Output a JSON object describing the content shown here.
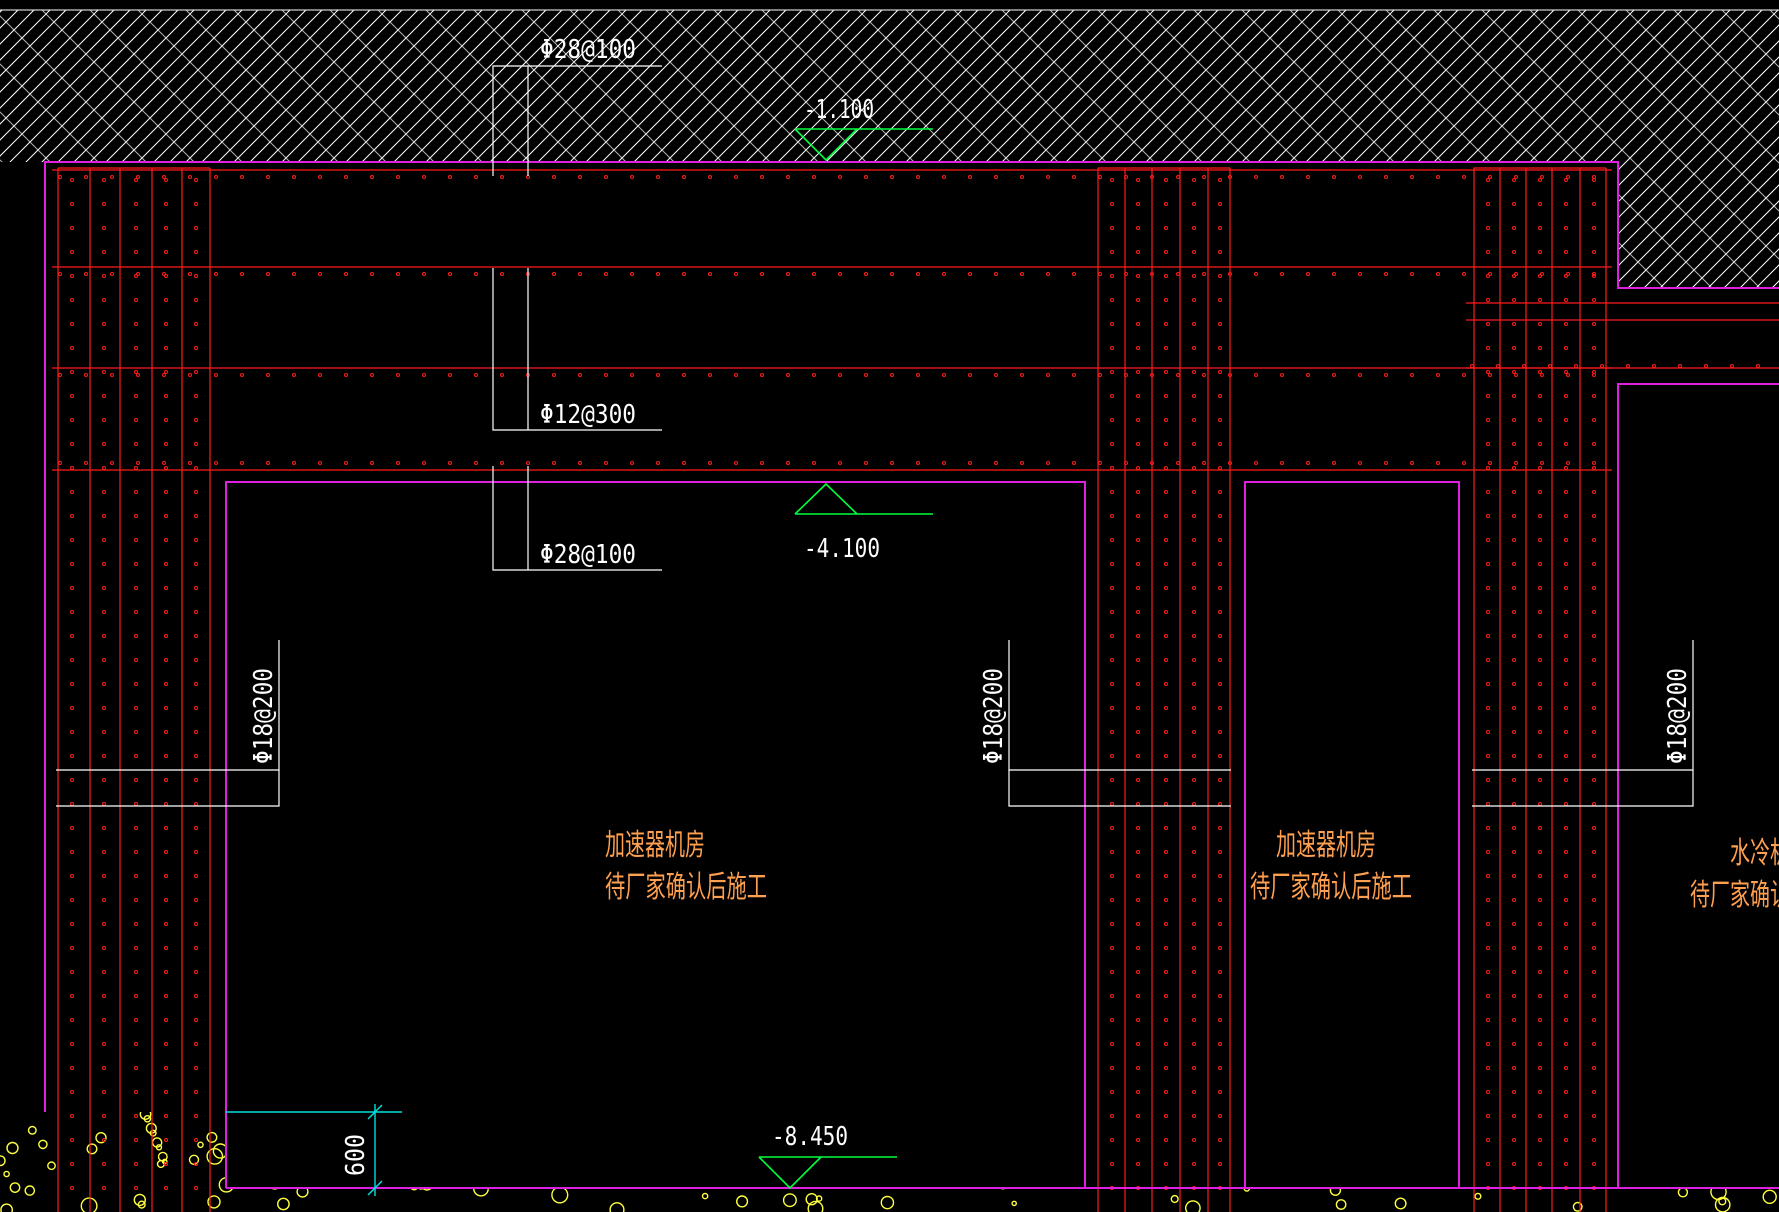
{
  "colors": {
    "background": "#000000",
    "concrete_outline": "#e020e0",
    "rebar": "#ff1a1a",
    "annotation": "#ffffff",
    "elevation_symbol": "#00ff40",
    "dimension": "#00e0e0",
    "room_text": "#ffa050",
    "soil_hatch": "#ffffff",
    "gravel": "#ffff40"
  },
  "rebar_labels": {
    "slab_top": "Φ28@100",
    "slab_mid": "Φ12@300",
    "slab_bottom": "Φ28@100",
    "wall_left": "Φ18@200",
    "wall_middle": "Φ18@200",
    "wall_right": "Φ18@200"
  },
  "elevations": {
    "ground": "-1.100",
    "slab_bottom": "-4.100",
    "floor": "-8.450"
  },
  "dimension": {
    "thickness": "600"
  },
  "rooms": [
    {
      "line1": "加速器机房",
      "line2": "待厂家确认后施工"
    },
    {
      "line1": "加速器机房",
      "line2": "待厂家确认后施工"
    },
    {
      "line1": "水冷机",
      "line2": "待厂家确认"
    }
  ]
}
